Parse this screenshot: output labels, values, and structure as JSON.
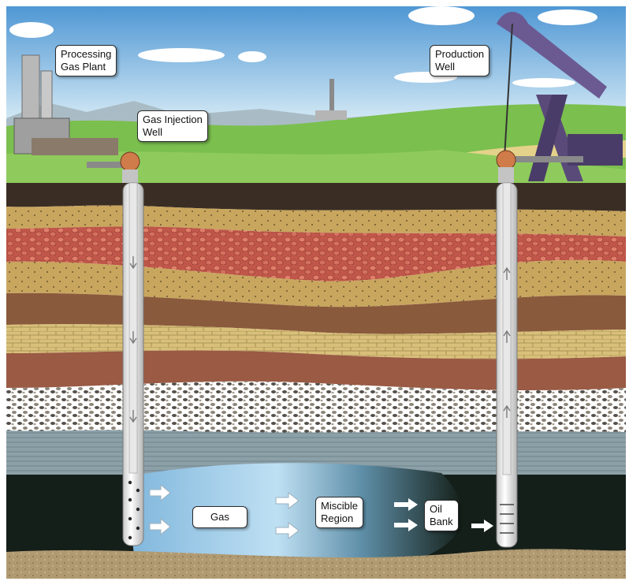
{
  "labels": {
    "processing_gas_plant": [
      "Processing",
      "Gas Plant"
    ],
    "gas_injection_well": [
      "Gas Injection",
      "Well"
    ],
    "production_well": [
      "Production",
      "Well"
    ],
    "gas": [
      "Gas"
    ],
    "miscible_region": [
      "Miscible",
      "Region"
    ],
    "oil_bank": [
      "Oil",
      "Bank"
    ]
  },
  "colors": {
    "sky_top": "#4f97d4",
    "sky_bottom": "#d8ecf6",
    "grass": "#7bbf4e",
    "topsoil": "#3a2e24",
    "sand_layer": "#c9a65e",
    "red_rock": "#b8483a",
    "yellow_brick": "#d9c07a",
    "brown_shale": "#8a5a3c",
    "gravel": "#6f6a62",
    "blue_gray": "#8ca0a8",
    "reservoir_oil": "#151f1a",
    "gas_blue": "#9fcbe6",
    "base_sand": "#b09a72",
    "pump_purple": "#5a4a7a"
  }
}
